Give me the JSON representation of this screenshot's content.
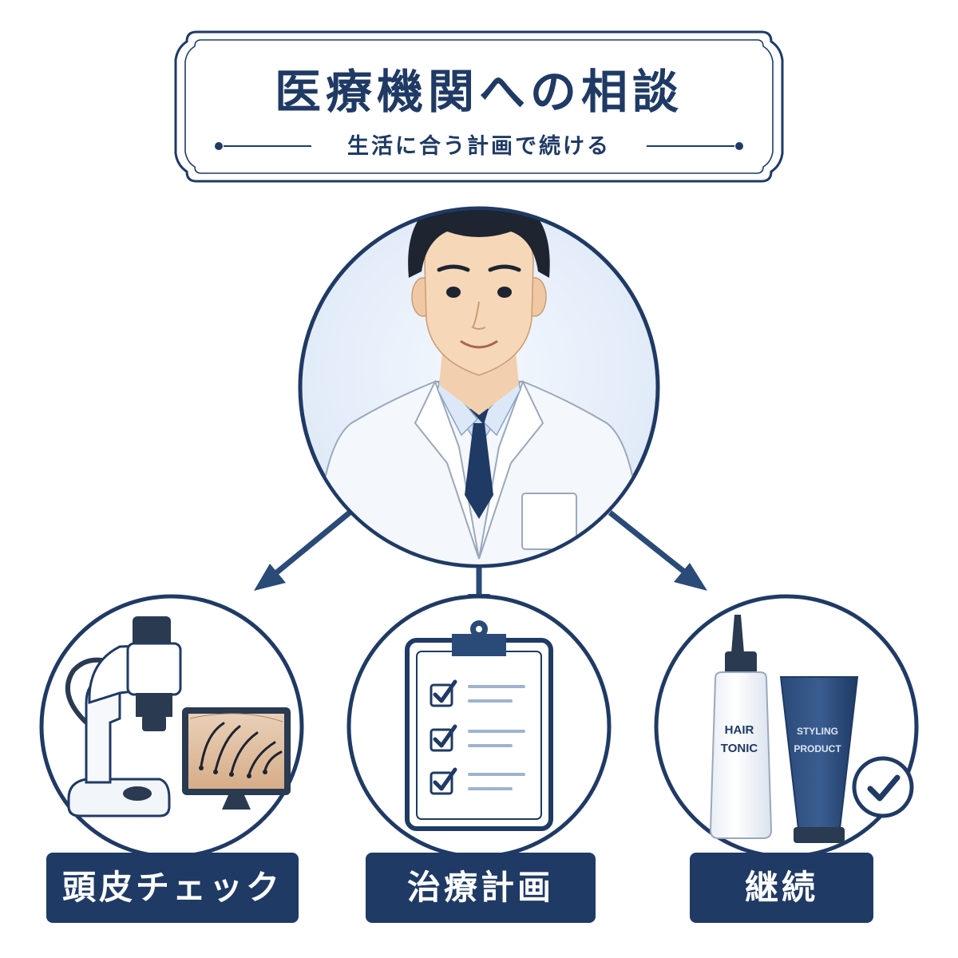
{
  "header": {
    "title": "医療機関への相談",
    "subtitle": "生活に合う計画で続ける"
  },
  "steps": [
    {
      "label": "頭皮チェック",
      "icon": "microscope-monitor-icon"
    },
    {
      "label": "治療計画",
      "icon": "clipboard-checklist-icon"
    },
    {
      "label": "継続",
      "icon": "hair-products-icon"
    }
  ],
  "products": {
    "tonic": "HAIR\nTONIC",
    "styling": "STYLING\nPRODUCT"
  },
  "colors": {
    "navy": "#1f3a64",
    "light_blue": "#e6eefa",
    "white": "#ffffff"
  }
}
